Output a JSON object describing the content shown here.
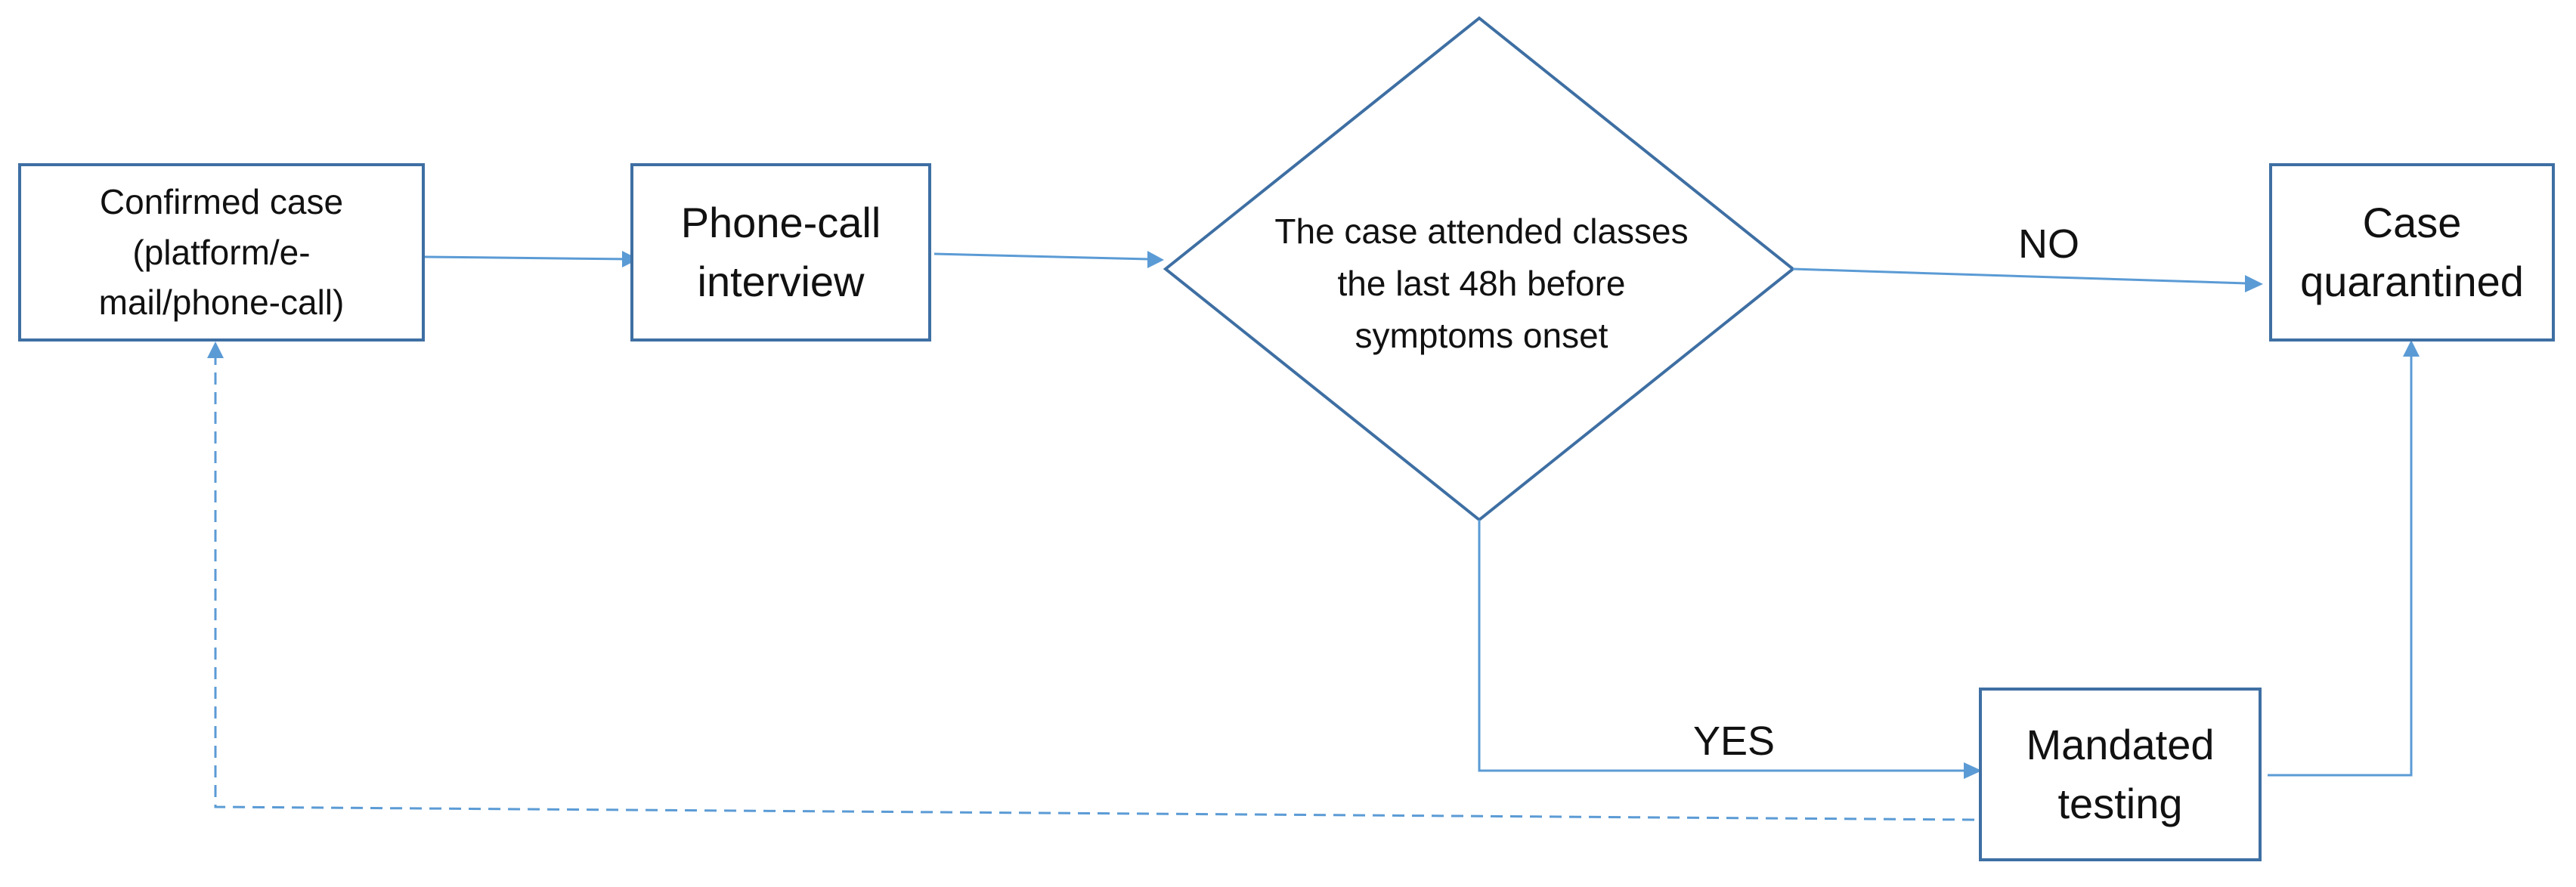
{
  "nodes": {
    "confirmed_case": "Confirmed case\n(platform/e-\nmail/phone-call)",
    "phone_call_interview": "Phone-call\ninterview",
    "decision": "The case attended classes\nthe last 48h before\nsymptoms onset",
    "case_quarantined": "Case\nquarantined",
    "mandated_testing": "Mandated\ntesting"
  },
  "edge_labels": {
    "no": "NO",
    "yes": "YES"
  },
  "colors": {
    "shape_border": "#3e6fa3",
    "arrow": "#5b9bd5",
    "text": "#111111"
  }
}
